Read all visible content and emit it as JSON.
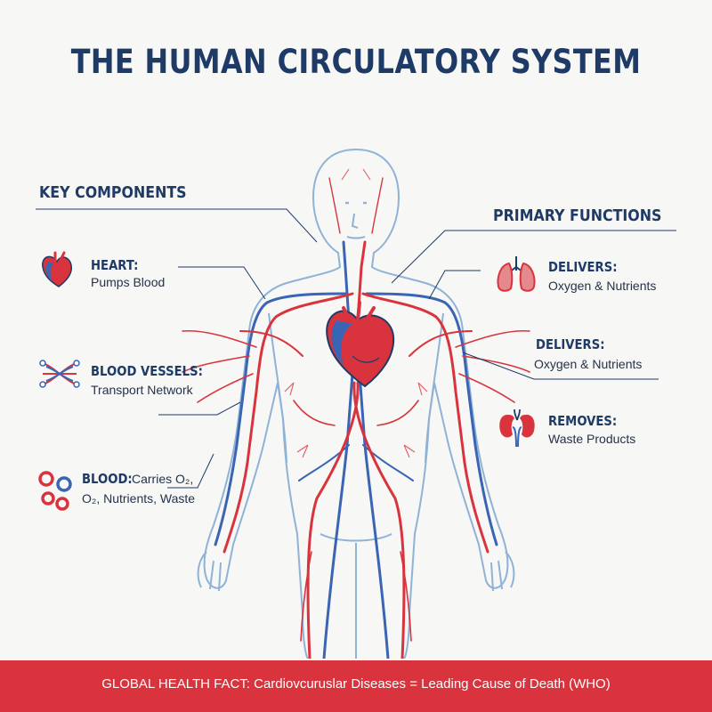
{
  "title": "THE HUMAN CIRCULATORY SYSTEM",
  "key_components": {
    "heading": "KEY COMPONENTS",
    "items": [
      {
        "title": "HEART:",
        "text": "Pumps Blood",
        "icon": "heart-icon"
      },
      {
        "title": "BLOOD VESSELS:",
        "text": "Transport Network",
        "icon": "vessel-network-icon"
      },
      {
        "title": "BLOOD:",
        "text_line1": "Carries O₂,",
        "text_line2": "O₂, Nutrients, Waste",
        "icon": "blood-cells-icon"
      }
    ]
  },
  "primary_functions": {
    "heading": "PRIMARY FUNCTIONS",
    "items": [
      {
        "title": "DELIVERS:",
        "text": "Oxygen & Nutrients",
        "icon": "lungs-icon"
      },
      {
        "title": "DELIVERS:",
        "text": "Oxygen & Nutrients",
        "icon": ""
      },
      {
        "title": "REMOVES:",
        "text": "Waste Products",
        "icon": "kidneys-icon"
      }
    ]
  },
  "footer": {
    "text": "GLOBAL HEALTH FACT: Cardiovcuruslar Diseases = Leading Cause of Death (WHO)"
  },
  "colors": {
    "navy": "#1e3a66",
    "artery_red": "#d9343d",
    "vein_blue": "#3a64b4",
    "outline_blue": "#8fb2d6"
  }
}
